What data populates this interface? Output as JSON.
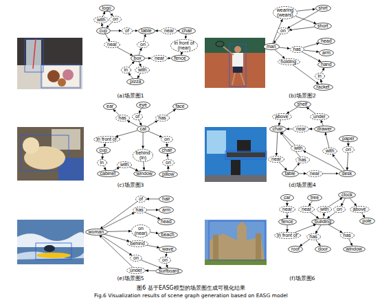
{
  "diagram": {
    "caption": "图6 基于EASG模型的场景图生成可视化结果",
    "nodes": [
      {
        "text": [
          "logo"
        ]
      },
      {
        "text": [
          "with"
        ]
      },
      {
        "text": [
          "on"
        ]
      },
      {
        "text": [
          "cup"
        ]
      },
      {
        "text": [
          "of"
        ]
      },
      {
        "text": [
          "table"
        ]
      },
      {
        "text": [
          "near"
        ]
      },
      {
        "text": [
          "chair"
        ]
      },
      {
        "text": [
          "near"
        ]
      },
      {
        "text": [
          "on"
        ]
      },
      {
        "text": [
          "in front of (near)"
        ]
      },
      {
        "text": [
          "box"
        ]
      },
      {
        "text": [
          "near"
        ]
      },
      {
        "text": [
          "fence"
        ]
      },
      {
        "text": [
          "in"
        ]
      },
      {
        "text": [
          "with"
        ]
      },
      {
        "text": [
          "pizza"
        ]
      },
      {
        "text": [
          "wearing (wears)"
        ]
      },
      {
        "text": [
          "shirt"
        ]
      },
      {
        "text": [
          "short"
        ]
      },
      {
        "text": [
          "on"
        ]
      },
      {
        "text": [
          "man"
        ]
      },
      {
        "text": [
          "has"
        ]
      },
      {
        "text": [
          "head"
        ]
      },
      {
        "text": [
          "arm"
        ]
      },
      {
        "text": [
          "hand"
        ]
      },
      {
        "text": [
          "holding"
        ]
      },
      {
        "text": [
          "in"
        ]
      },
      {
        "text": [
          "racket"
        ]
      },
      {
        "text": [
          "ear"
        ]
      },
      {
        "text": [
          "eye"
        ]
      },
      {
        "text": [
          "face"
        ]
      },
      {
        "text": [
          "has"
        ]
      },
      {
        "text": [
          "of"
        ]
      },
      {
        "text": [
          "has"
        ]
      },
      {
        "text": [
          "cat"
        ]
      },
      {
        "text": [
          "in front of"
        ]
      },
      {
        "text": [
          "on"
        ]
      },
      {
        "text": [
          "cup"
        ]
      },
      {
        "text": [
          "chair"
        ]
      },
      {
        "text": [
          "behind (in)"
        ]
      },
      {
        "text": [
          "in"
        ]
      },
      {
        "text": [
          "with"
        ]
      },
      {
        "text": [
          "on"
        ]
      },
      {
        "text": [
          "cabinet"
        ]
      },
      {
        "text": [
          "window"
        ]
      },
      {
        "text": [
          "pillow"
        ]
      },
      {
        "text": [
          "shelf"
        ]
      },
      {
        "text": [
          "above"
        ]
      },
      {
        "text": [
          "under"
        ]
      },
      {
        "text": [
          "chair"
        ]
      },
      {
        "text": [
          "near"
        ]
      },
      {
        "text": [
          "drawer"
        ]
      },
      {
        "text": [
          "paper"
        ]
      },
      {
        "text": [
          "on"
        ]
      },
      {
        "text": [
          "with"
        ]
      },
      {
        "text": [
          "with"
        ]
      },
      {
        "text": [
          "has"
        ]
      },
      {
        "text": [
          "near"
        ]
      },
      {
        "text": [
          "table"
        ]
      },
      {
        "text": [
          "near"
        ]
      },
      {
        "text": [
          "desk"
        ]
      },
      {
        "text": [
          "woman"
        ]
      },
      {
        "text": [
          "of"
        ]
      },
      {
        "text": [
          "hair"
        ]
      },
      {
        "text": [
          "has"
        ]
      },
      {
        "text": [
          "arm"
        ]
      },
      {
        "text": [
          "head"
        ]
      },
      {
        "text": [
          "on (near)"
        ]
      },
      {
        "text": [
          "beach"
        ]
      },
      {
        "text": [
          "behind"
        ]
      },
      {
        "text": [
          "wave"
        ]
      },
      {
        "text": [
          "on"
        ]
      },
      {
        "text": [
          "on"
        ]
      },
      {
        "text": [
          "under"
        ]
      },
      {
        "text": [
          "surfboard"
        ]
      },
      {
        "text": [
          "car"
        ]
      },
      {
        "text": [
          "tree"
        ]
      },
      {
        "text": [
          "clock"
        ]
      },
      {
        "text": [
          "near"
        ]
      },
      {
        "text": [
          "near"
        ]
      },
      {
        "text": [
          "with"
        ]
      },
      {
        "text": [
          "on"
        ]
      },
      {
        "text": [
          "above"
        ]
      },
      {
        "text": [
          "fence"
        ]
      },
      {
        "text": [
          "building"
        ]
      },
      {
        "text": [
          "pole"
        ]
      },
      {
        "text": [
          "in front of"
        ]
      },
      {
        "text": [
          "has"
        ]
      },
      {
        "text": [
          "has"
        ]
      },
      {
        "text": [
          "roof"
        ]
      },
      {
        "text": [
          "door"
        ]
      },
      {
        "text": [
          "window"
        ]
      }
    ],
    "edges": [
      {
        "from": 3,
        "to": 1,
        "arrow": "to"
      },
      {
        "from": 1,
        "to": 0,
        "arrow": "to"
      },
      {
        "from": 0,
        "to": 2,
        "arrow": "to"
      },
      {
        "from": 2,
        "to": 3,
        "arrow": "to"
      },
      {
        "from": 3,
        "to": 4,
        "arrow": "to"
      },
      {
        "from": 4,
        "to": 5,
        "arrow": "to"
      },
      {
        "from": 7,
        "to": 6,
        "arrow": "to"
      },
      {
        "from": 6,
        "to": 5,
        "arrow": "to"
      },
      {
        "from": 3,
        "to": 8,
        "arrow": "to"
      },
      {
        "from": 8,
        "to": 11,
        "arrow": "to"
      },
      {
        "from": 11,
        "to": 9,
        "arrow": "to"
      },
      {
        "from": 9,
        "to": 5,
        "arrow": "to"
      },
      {
        "from": 7,
        "to": 10,
        "arrow": "to"
      },
      {
        "from": 10,
        "to": 13,
        "arrow": "to"
      },
      {
        "from": 11,
        "to": 12,
        "arrow": "to"
      },
      {
        "from": 12,
        "to": 13,
        "arrow": "to"
      },
      {
        "from": 16,
        "to": 14,
        "arrow": "to"
      },
      {
        "from": 14,
        "to": 11,
        "arrow": "to"
      },
      {
        "from": 11,
        "to": 15,
        "arrow": "to"
      },
      {
        "from": 15,
        "to": 16,
        "arrow": "to"
      },
      {
        "from": 21,
        "to": 17,
        "arrow": "to"
      },
      {
        "from": 17,
        "to": 18,
        "arrow": "to"
      },
      {
        "from": 17,
        "to": 19,
        "arrow": "to"
      },
      {
        "from": 18,
        "to": 20,
        "arrow": "to"
      },
      {
        "from": 19,
        "to": 20,
        "arrow": "to"
      },
      {
        "from": 20,
        "to": 21,
        "arrow": "to"
      },
      {
        "from": 21,
        "to": 22,
        "arrow": "to"
      },
      {
        "from": 22,
        "to": 23,
        "arrow": "to"
      },
      {
        "from": 22,
        "to": 24,
        "arrow": "to"
      },
      {
        "from": 22,
        "to": 25,
        "arrow": "to"
      },
      {
        "from": 21,
        "to": 26,
        "arrow": "to"
      },
      {
        "from": 26,
        "to": 28,
        "arrow": "to"
      },
      {
        "from": 28,
        "to": 27,
        "arrow": "to"
      },
      {
        "from": 27,
        "to": 25,
        "arrow": "to"
      },
      {
        "from": 35,
        "to": 32,
        "arrow": "to"
      },
      {
        "from": 32,
        "to": 29,
        "arrow": "to"
      },
      {
        "from": 30,
        "to": 33,
        "arrow": "to"
      },
      {
        "from": 33,
        "to": 35,
        "arrow": "to"
      },
      {
        "from": 35,
        "to": 34,
        "arrow": "to"
      },
      {
        "from": 34,
        "to": 31,
        "arrow": "to"
      },
      {
        "from": 35,
        "to": 36,
        "arrow": "to"
      },
      {
        "from": 36,
        "to": 38,
        "arrow": "to"
      },
      {
        "from": 35,
        "to": 37,
        "arrow": "to"
      },
      {
        "from": 37,
        "to": 39,
        "arrow": "to"
      },
      {
        "from": 38,
        "to": 41,
        "arrow": "to"
      },
      {
        "from": 41,
        "to": 44,
        "arrow": "to"
      },
      {
        "from": 44,
        "to": 42,
        "arrow": "to"
      },
      {
        "from": 42,
        "to": 45,
        "arrow": "to"
      },
      {
        "from": 35,
        "to": 40,
        "arrow": "to"
      },
      {
        "from": 40,
        "to": 45,
        "arrow": "to"
      },
      {
        "from": 46,
        "to": 43,
        "arrow": "to"
      },
      {
        "from": 43,
        "to": 39,
        "arrow": "to"
      },
      {
        "from": 47,
        "to": 48,
        "arrow": "to"
      },
      {
        "from": 48,
        "to": 50,
        "arrow": "to"
      },
      {
        "from": 52,
        "to": 49,
        "arrow": "to"
      },
      {
        "from": 49,
        "to": 47,
        "arrow": "to"
      },
      {
        "from": 52,
        "to": 51,
        "arrow": "to"
      },
      {
        "from": 51,
        "to": 50,
        "arrow": "to"
      },
      {
        "from": 53,
        "to": 54,
        "arrow": "to"
      },
      {
        "from": 54,
        "to": 61,
        "arrow": "to"
      },
      {
        "from": 61,
        "to": 56,
        "arrow": "to"
      },
      {
        "from": 56,
        "to": 52,
        "arrow": "to"
      },
      {
        "from": 61,
        "to": 55,
        "arrow": "to"
      },
      {
        "from": 55,
        "to": 50,
        "arrow": "to"
      },
      {
        "from": 59,
        "to": 57,
        "arrow": "to"
      },
      {
        "from": 57,
        "to": 50,
        "arrow": "to"
      },
      {
        "from": 50,
        "to": 58,
        "arrow": "to"
      },
      {
        "from": 58,
        "to": 59,
        "arrow": "to"
      },
      {
        "from": 59,
        "to": 60,
        "arrow": "to"
      },
      {
        "from": 60,
        "to": 61,
        "arrow": "to"
      },
      {
        "from": 64,
        "to": 63,
        "arrow": "to"
      },
      {
        "from": 63,
        "to": 62,
        "arrow": "to"
      },
      {
        "from": 62,
        "to": 65,
        "arrow": "to"
      },
      {
        "from": 65,
        "to": 66,
        "arrow": "to"
      },
      {
        "from": 65,
        "to": 67,
        "arrow": "to"
      },
      {
        "from": 62,
        "to": 68,
        "arrow": "to"
      },
      {
        "from": 68,
        "to": 69,
        "arrow": "to"
      },
      {
        "from": 62,
        "to": 70,
        "arrow": "to"
      },
      {
        "from": 70,
        "to": 71,
        "arrow": "to"
      },
      {
        "from": 62,
        "to": 72,
        "arrow": "to"
      },
      {
        "from": 72,
        "to": 75,
        "arrow": "to"
      },
      {
        "from": 71,
        "to": 73,
        "arrow": "to"
      },
      {
        "from": 73,
        "to": 75,
        "arrow": "to"
      },
      {
        "from": 75,
        "to": 74,
        "arrow": "to"
      },
      {
        "from": 74,
        "to": 62,
        "arrow": "to"
      },
      {
        "from": 76,
        "to": 79,
        "arrow": "to"
      },
      {
        "from": 79,
        "to": 84,
        "arrow": "to"
      },
      {
        "from": 77,
        "to": 80,
        "arrow": "to"
      },
      {
        "from": 80,
        "to": 85,
        "arrow": "to"
      },
      {
        "from": 85,
        "to": 81,
        "arrow": "to"
      },
      {
        "from": 81,
        "to": 78,
        "arrow": "to"
      },
      {
        "from": 78,
        "to": 82,
        "arrow": "to"
      },
      {
        "from": 82,
        "to": 85,
        "arrow": "to"
      },
      {
        "from": 78,
        "to": 83,
        "arrow": "to"
      },
      {
        "from": 83,
        "to": 86,
        "arrow": "to"
      },
      {
        "from": 84,
        "to": 87,
        "arrow": "to"
      },
      {
        "from": 87,
        "to": 85,
        "arrow": "to"
      },
      {
        "from": 85,
        "to": 88,
        "arrow": "to"
      },
      {
        "from": 88,
        "to": 90,
        "arrow": "to"
      },
      {
        "from": 88,
        "to": 91,
        "arrow": "to"
      },
      {
        "from": 85,
        "to": 89,
        "arrow": "to"
      },
      {
        "from": 89,
        "to": 92,
        "arrow": "to"
      }
    ],
    "labels": [
      "(a)场景图1",
      "(b)场景图2",
      "(c)场景图3",
      "(d)场景图4",
      "(e)场景图5",
      "(f)场景图6",
      "Fig.6 Visualization results of scene graph generation based on EASG model"
    ]
  }
}
